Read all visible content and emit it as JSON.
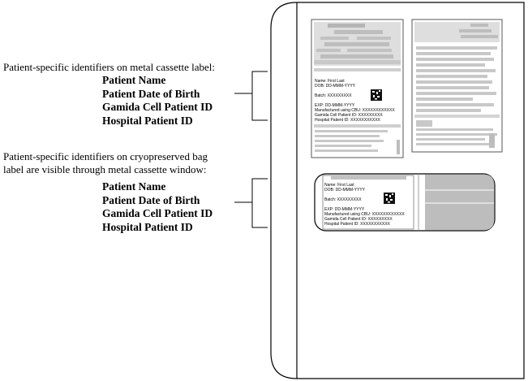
{
  "callouts": [
    {
      "intro": "Patient-specific identifiers on metal cassette label:",
      "identifiers": [
        "Patient Name",
        "Patient Date of Birth",
        "Gamida Cell Patient ID",
        "Hospital Patient ID"
      ]
    },
    {
      "intro_line1": "Patient-specific identifiers on cryopreserved bag",
      "intro_line2": "label are visible through metal cassette window:",
      "identifiers": [
        "Patient Name",
        "Patient Date of Birth",
        "Gamida Cell Patient ID",
        "Hospital Patient ID"
      ]
    }
  ],
  "cassette_label": {
    "name": "Name: First Last",
    "dob": "DOB: DD-MMM-YYYY",
    "batch": "Batch: XXXXXXXXX",
    "exp": "EXP: DD-MMM-YYYY",
    "manufactured": "Manufactured using CBU: XXXXXXXXXXXX",
    "gamida_id": "Gamida Cell Patient ID: XXXXXXXXX",
    "hospital_id": "Hospital Patient ID: XXXXXXXXXXX"
  },
  "bag_label": {
    "name": "Name: First Last",
    "dob": "DOB: DD-MMM-YYYY",
    "batch": "Batch: XXXXXXXXX",
    "exp": "EXP: DD-MMM-YYYY",
    "manufactured": "Manufactured using CBU: XXXXXXXXXXXX",
    "gamida_id": "Gamida Cell Patient ID: XXXXXXXXX",
    "hospital_id": "Hospital Patient ID: XXXXXXXXXXX"
  }
}
